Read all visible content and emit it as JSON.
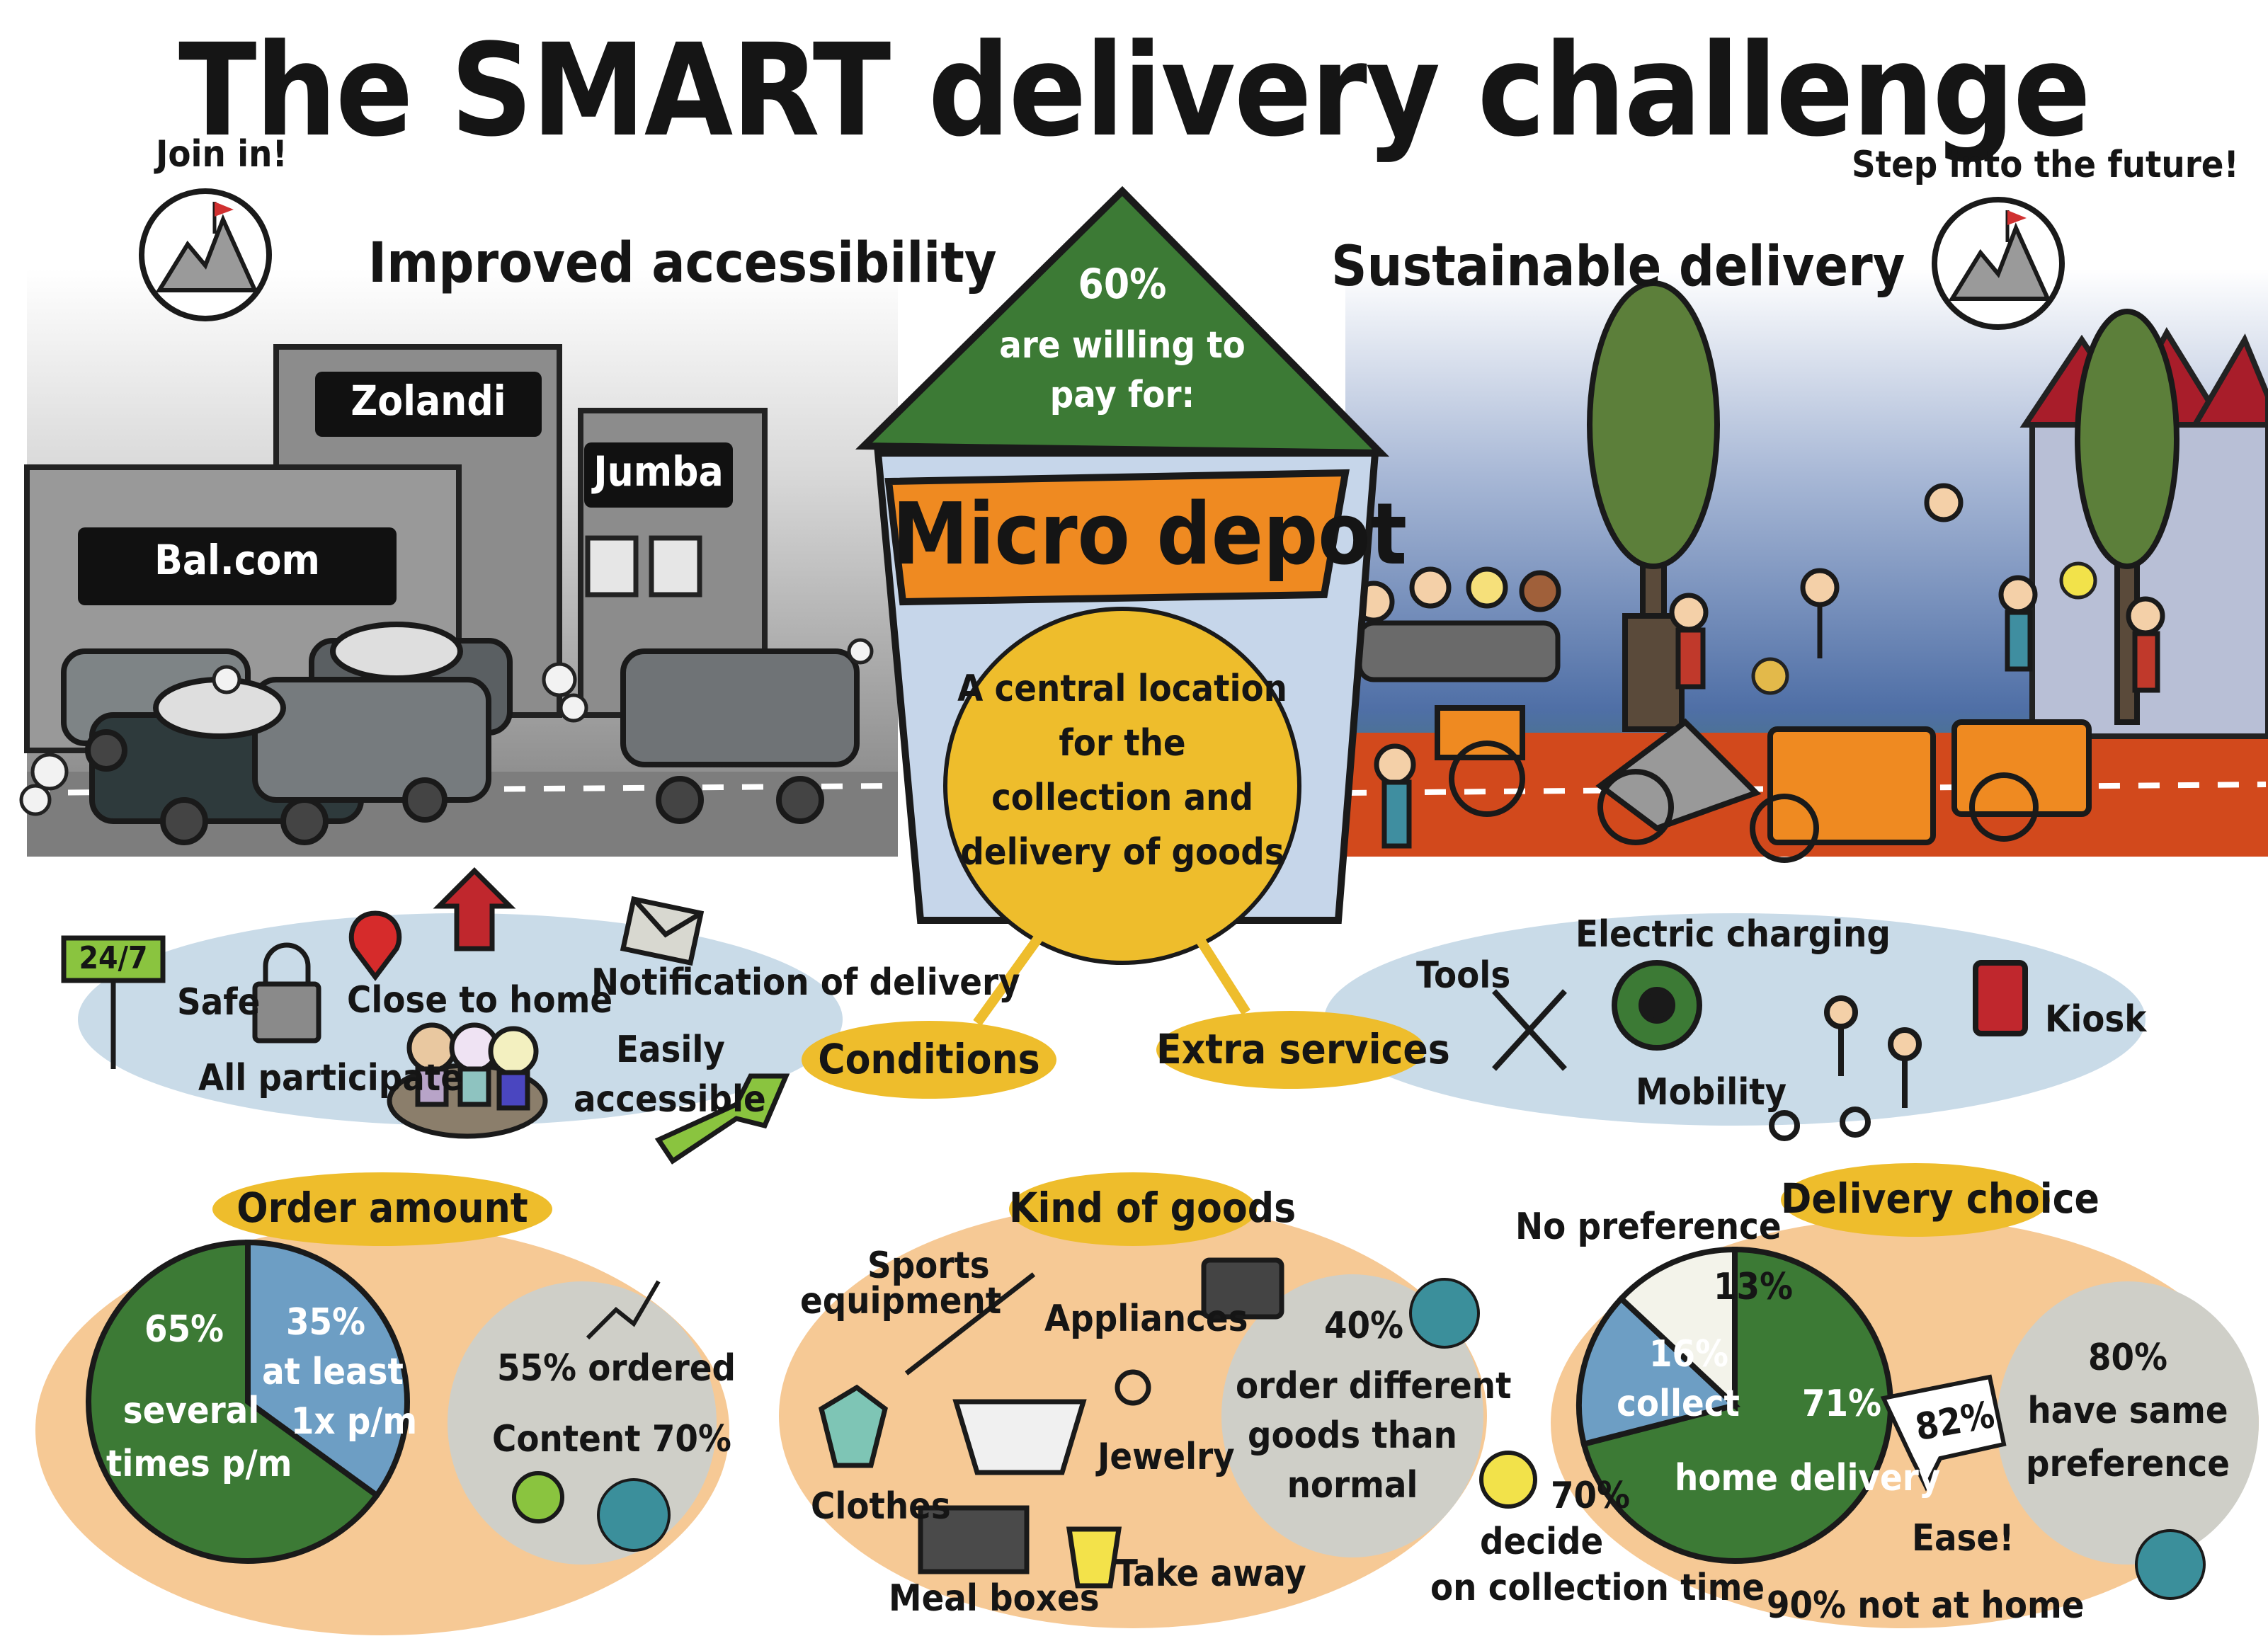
{
  "title": "The SMART delivery challenge",
  "top": {
    "left_tagline": "Join in!",
    "right_tagline": "Step into the future!",
    "left_theme": "Improved accessibility",
    "right_theme": "Sustainable delivery",
    "stores": [
      "Zolandi",
      "Jumba",
      "Bal.com"
    ]
  },
  "depot": {
    "percent": "60%",
    "willing_line1": "are willing to",
    "willing_line2": "pay for:",
    "name": "Micro depot",
    "description": [
      "A central location",
      "for the",
      "collection and",
      "delivery of goods"
    ]
  },
  "conditions": {
    "label": "Conditions",
    "sign": "24/7",
    "items": {
      "safe": "Safe",
      "close": "Close to home",
      "notification": "Notification of delivery",
      "all": "All participate",
      "easily1": "Easily",
      "easily2": "accessible"
    }
  },
  "services": {
    "label": "Extra services",
    "items": {
      "charging": "Electric charging",
      "tools": "Tools",
      "kiosk": "Kiosk",
      "mobility": "Mobility"
    }
  },
  "order_amount": {
    "label": "Order amount",
    "pct_several": "65%",
    "several1": "several",
    "several2": "times p/m",
    "pct_least": "35%",
    "least1": "at least",
    "least2": "1x p/m",
    "ordered": "55% ordered",
    "content": "Content 70%"
  },
  "goods": {
    "label": "Kind of goods",
    "items": {
      "sports1": "Sports",
      "sports2": "equipment",
      "appliances": "Appliances",
      "clothes": "Clothes",
      "jewelry": "Jewelry",
      "meal": "Meal boxes",
      "takeaway": "Take away"
    },
    "pct": "40%",
    "note": [
      "order different",
      "goods than",
      "normal"
    ]
  },
  "delivery": {
    "label": "Delivery choice",
    "no_pref": "No preference",
    "pct_no_pref": "13%",
    "pct_collect": "16%",
    "collect": "collect",
    "pct_home": "71%",
    "home": "home delivery",
    "bubble": "82%",
    "ease": "Ease!",
    "not_home": "90% not at home",
    "decide_pct": "70%",
    "decide1": "decide",
    "decide2": "on collection time",
    "same_pct": "80%",
    "same1": "have same",
    "same2": "preference"
  },
  "chart_data": [
    {
      "type": "pie",
      "title": "Order amount",
      "categories": [
        "several times p/m",
        "at least 1x p/m"
      ],
      "values": [
        65,
        35
      ],
      "colors": [
        "#3c7a35",
        "#6d9ec4"
      ]
    },
    {
      "type": "pie",
      "title": "Delivery choice",
      "categories": [
        "home delivery",
        "collect",
        "No preference"
      ],
      "values": [
        71,
        16,
        13
      ],
      "colors": [
        "#3c7a35",
        "#6d9ec4",
        "#f3f3ea"
      ]
    }
  ],
  "colors": {
    "green": "#3c7a35",
    "blue": "#6d9ec4",
    "yellow": "#eebd2c",
    "orange": "#ef8a21",
    "peach": "#f6c995",
    "light_blue": "#c9dbe8",
    "grey_bubble": "#cfcfc8",
    "road_red": "#d2491c"
  }
}
